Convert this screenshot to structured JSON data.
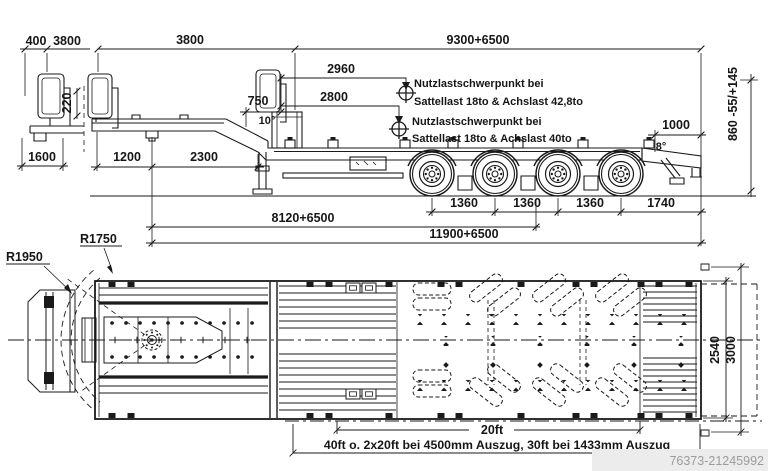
{
  "colors": {
    "line": "#1a1a1a",
    "background": "#ffffff",
    "watermark_text": "#9c9c9c"
  },
  "side_view": {
    "dimensions": {
      "ext_400": "400",
      "ext_3800": "3800",
      "front_3800": "3800",
      "overall_9300": "9300+6500",
      "cog_2960": "2960",
      "cog_2800": "2800",
      "ramp_750": "750",
      "angle_10": "10°",
      "drop_220": "220",
      "detail_1600": "1600",
      "kingpin_1200": "1200",
      "front_2300": "2300",
      "rear_1000": "1000",
      "angle_8": "8°",
      "deck_height": "860 -55/+145",
      "axle_spacing": "1360",
      "rear_overhang": "1740",
      "kingpin_to_bogie": "8120+6500",
      "overall_11900": "11900+6500"
    },
    "labels": {
      "cog1_line1": "Nutzlastschwerpunkt bei",
      "cog1_line2": "Sattellast 18to & Achslast 42,8to",
      "cog2_line1": "Nutzlastschwerpunkt bei",
      "cog2_line2": "Sattellast 18to & Achslast 40to"
    }
  },
  "plan_view": {
    "dimensions": {
      "radius_outer": "R1950",
      "radius_inner": "R1750",
      "deck_width": "2540",
      "overall_width": "3000",
      "container_20ft": "20ft"
    },
    "note": "40ft o. 2x20ft bei 4500mm Auszug, 30ft bei 1433mm Auszug"
  },
  "watermark": "76373-21245992"
}
